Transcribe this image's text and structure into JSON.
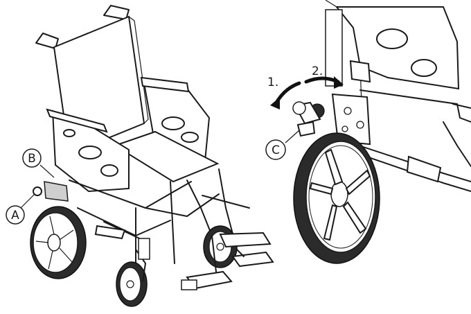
{
  "callouts": {
    "a": "A",
    "b": "B",
    "c": "C"
  },
  "steps": {
    "one": "1.",
    "two": "2."
  },
  "colors": {
    "ink": "#1a1a1a",
    "tire": "#2b2b2b",
    "background": "#ffffff"
  }
}
